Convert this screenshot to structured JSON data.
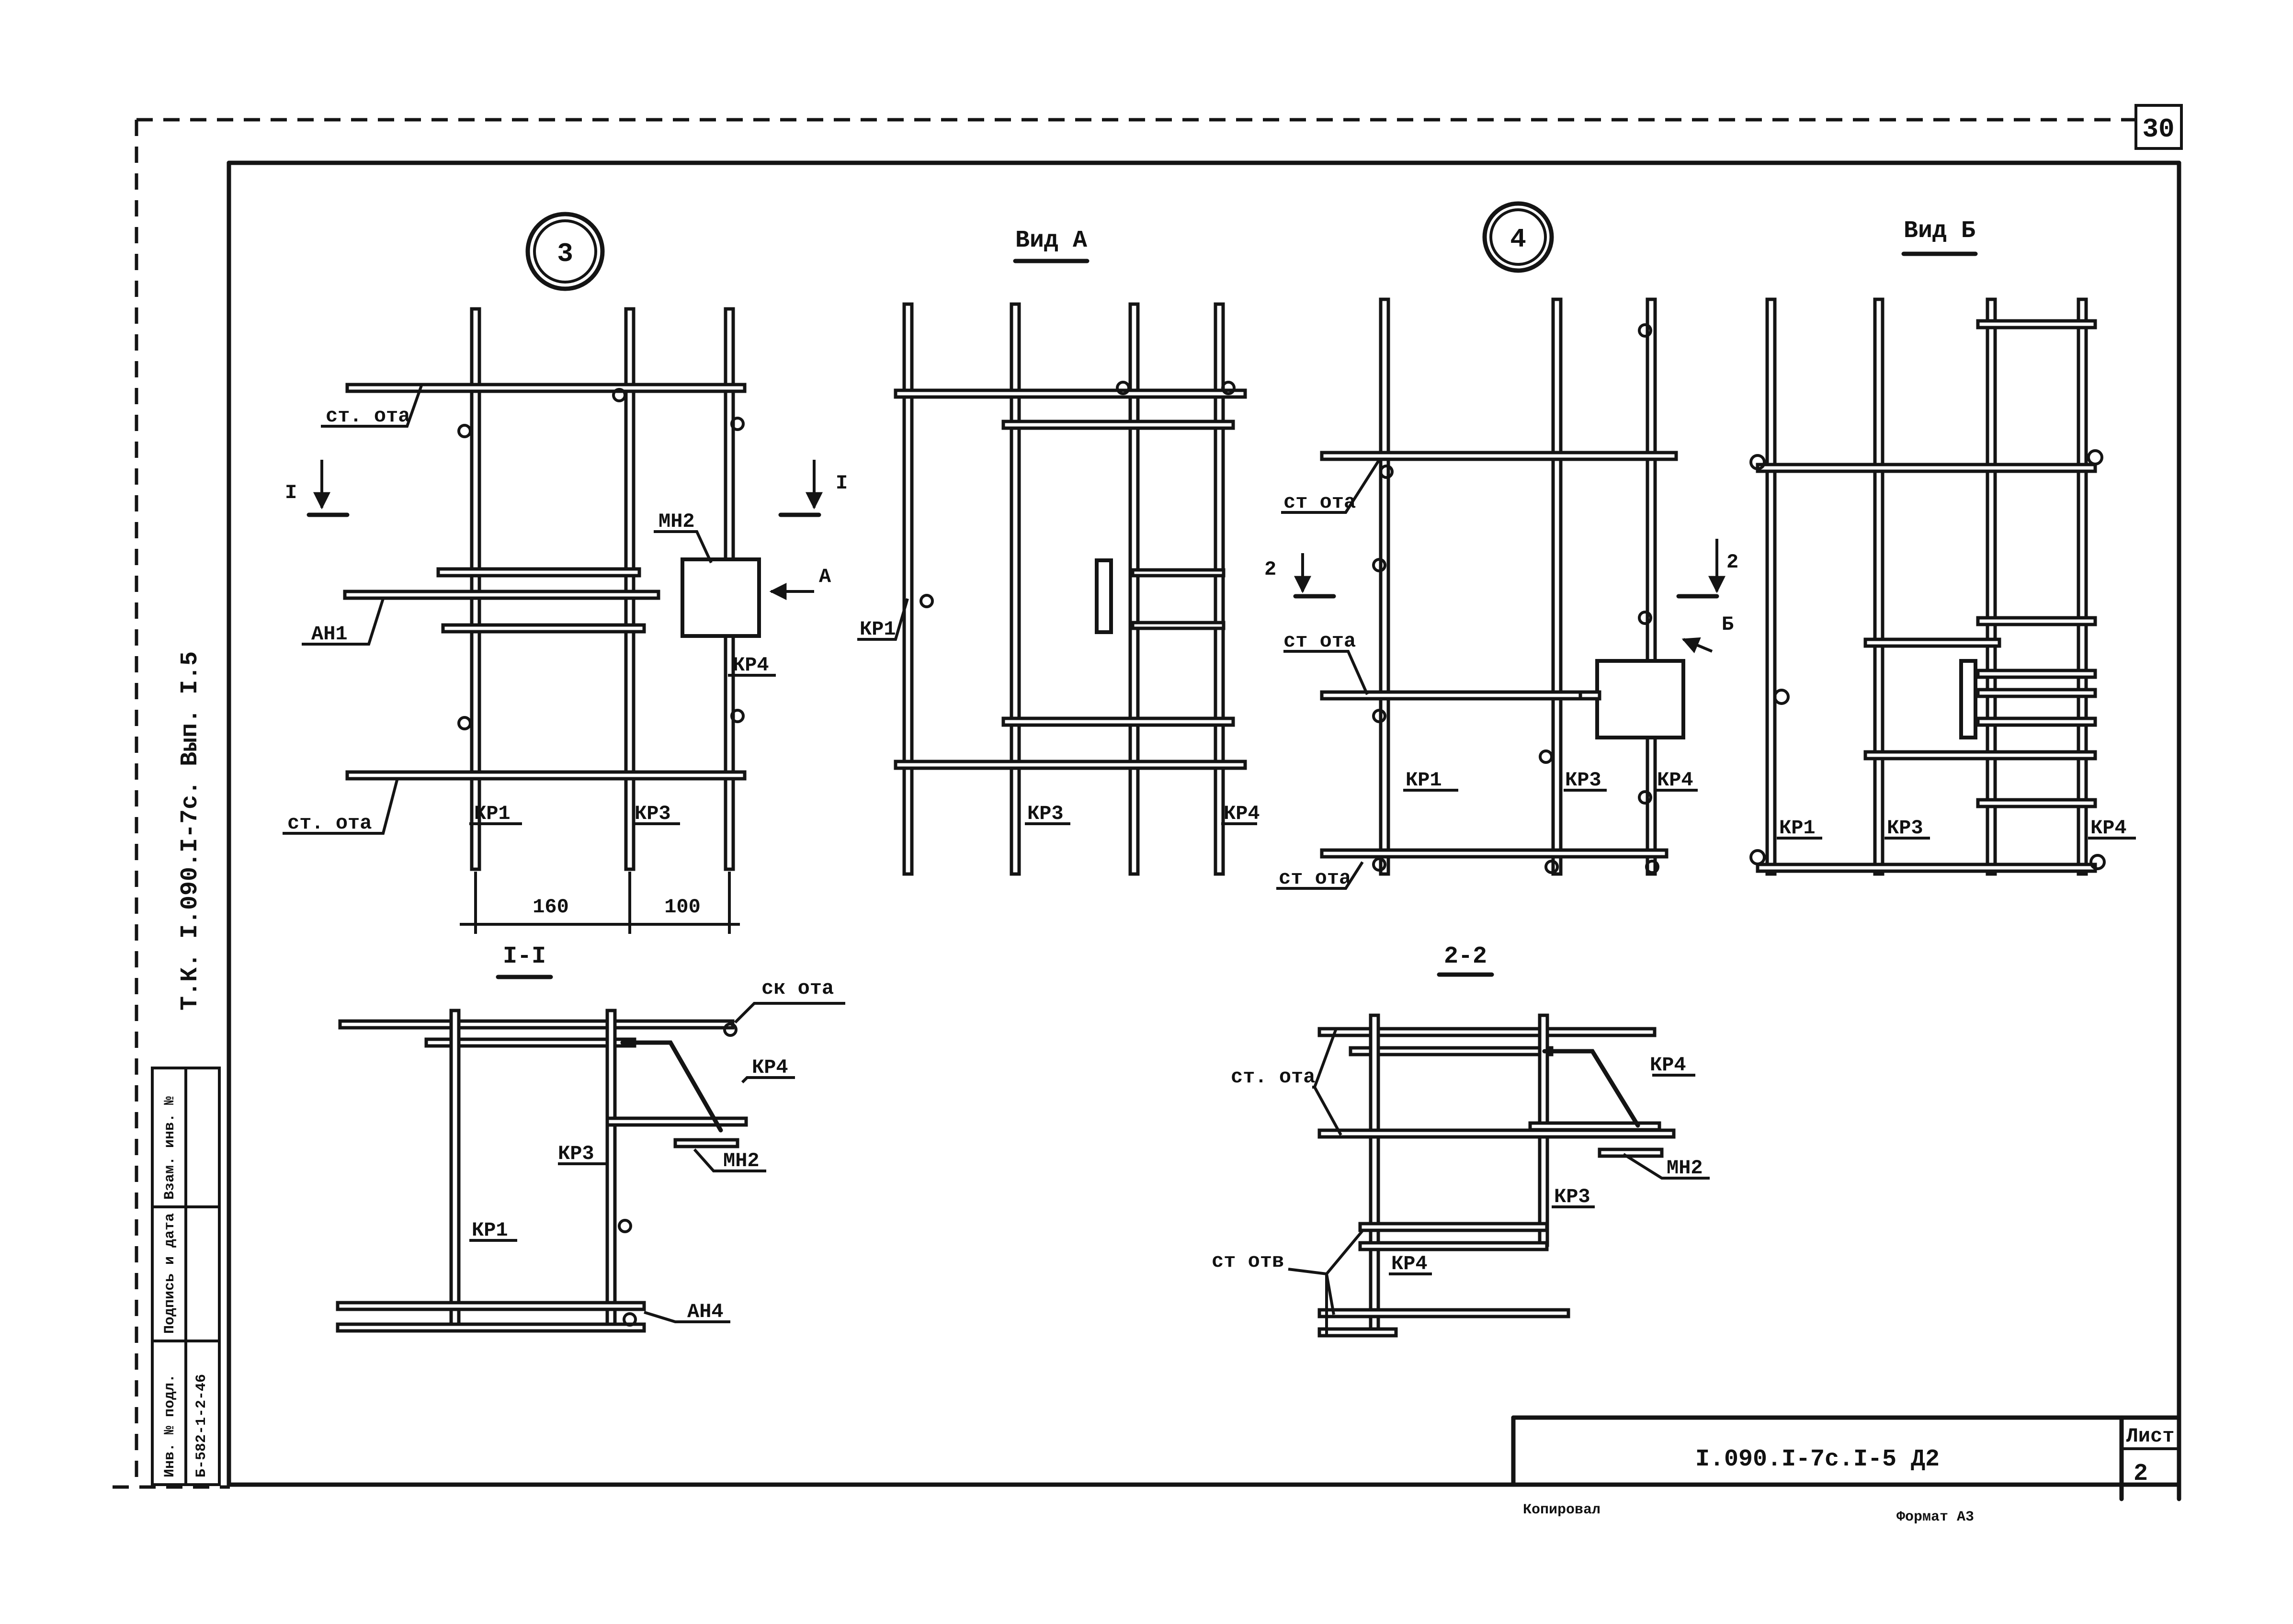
{
  "page_number": "30",
  "views": {
    "node3": {
      "number": "3"
    },
    "vid_a": {
      "title": "Вид А"
    },
    "node4": {
      "number": "4"
    },
    "vid_b": {
      "title": "Вид Б"
    },
    "sec1": {
      "title": "I-I"
    },
    "sec2": {
      "title": "2-2"
    }
  },
  "labels": {
    "st_ota": "ст. ота",
    "st_ota_b": "ст. ота",
    "st_ota_4a": "ст ота",
    "st_ota_4b": "ст ота",
    "st_ota_4c": "ст ота",
    "sk_ota": "ск ота",
    "st_ota_s2a": "ст. ота",
    "st_ota_s2b": "ст отв",
    "kr1": "КР1",
    "kr3": "КР3",
    "kr4": "КР4",
    "mn2": "МН2",
    "an1": "АН1",
    "an4": "АН4",
    "arrow_a": "А",
    "arrow_b": "Б",
    "cut1": "I",
    "cut2": "2"
  },
  "dimensions": {
    "d1": "160",
    "d2": "100"
  },
  "side_stamp": {
    "series": "Т.К. I.090.I-7с. Вып. I.5",
    "col1_head": "Инв. № подл.",
    "col1_value": "Б-582-1-2-46",
    "col2_head": "Подпись и дата",
    "col3_head": "Взам. инв. №"
  },
  "title_block": {
    "doc_code": "I.090.I-7с.I-5 Д2",
    "sheet_label": "Лист",
    "sheet_number": "2",
    "copied": "Копировал",
    "format": "Формат А3"
  }
}
